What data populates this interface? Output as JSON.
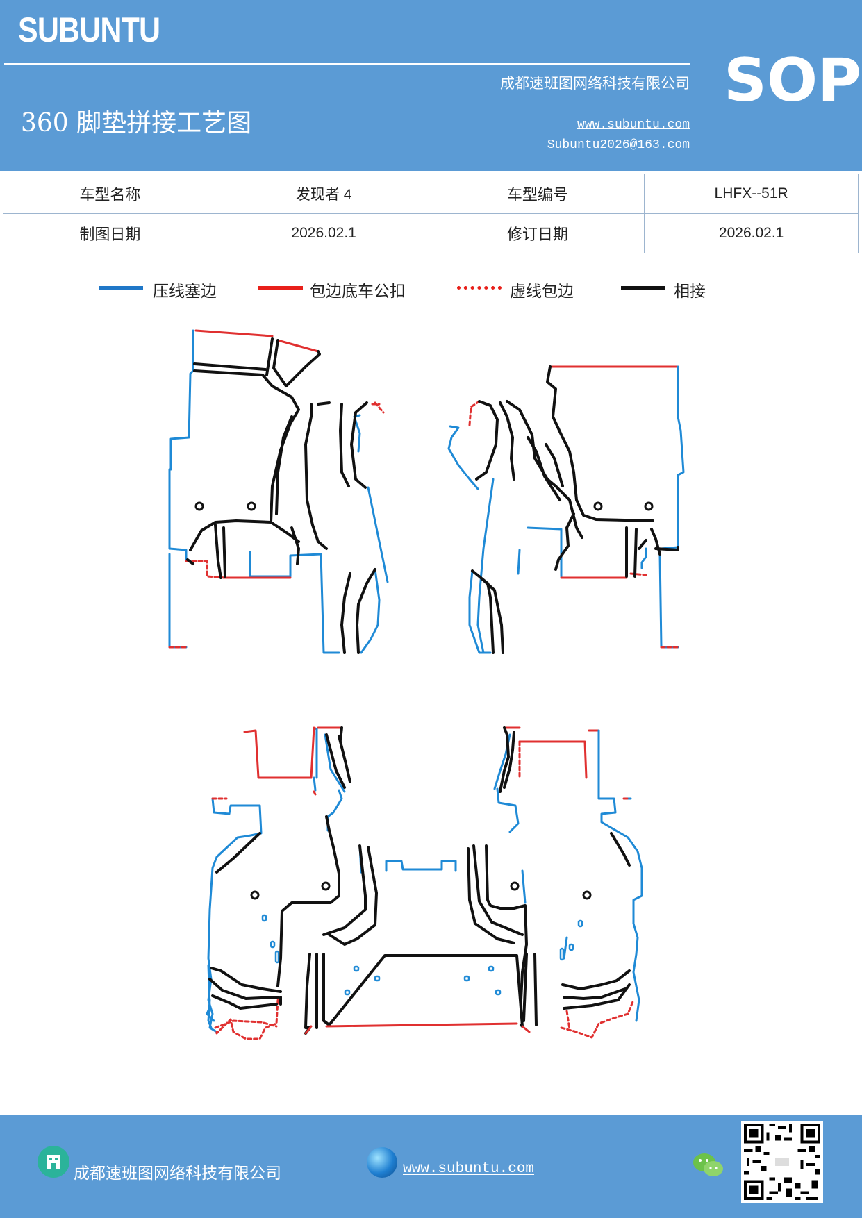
{
  "header": {
    "brand": "SUBUNTU",
    "company": "成都速班图网络科技有限公司",
    "title": "360 脚垫拼接工艺图",
    "website": "www.subuntu.com",
    "email": "Subuntu2026@163.com",
    "sop": "SOP"
  },
  "info": {
    "model_name_label": "车型名称",
    "model_name": "发现者 4",
    "model_code_label": "车型编号",
    "model_code": "LHFX--51R",
    "draw_date_label": "制图日期",
    "draw_date": "2026.02.1",
    "revise_date_label": "修订日期",
    "revise_date": "2026.02.1"
  },
  "legend": [
    {
      "label": "压线塞边",
      "color": "#1f77c8",
      "style": "solid"
    },
    {
      "label": "包边底车公扣",
      "color": "#e8201a",
      "style": "solid"
    },
    {
      "label": "虚线包边",
      "color": "#e8201a",
      "style": "dashed"
    },
    {
      "label": "相接",
      "color": "#111111",
      "style": "solid"
    }
  ],
  "colors": {
    "header_bg": "#5b9bd5",
    "blue": "#1f8ad6",
    "red": "#e03030",
    "black": "#111111"
  },
  "footer": {
    "company": "成都速班图网络科技有限公司",
    "website": "www.subuntu.com",
    "icons": [
      "building-icon",
      "globe-icon",
      "wechat-icon",
      "qr-code"
    ]
  }
}
